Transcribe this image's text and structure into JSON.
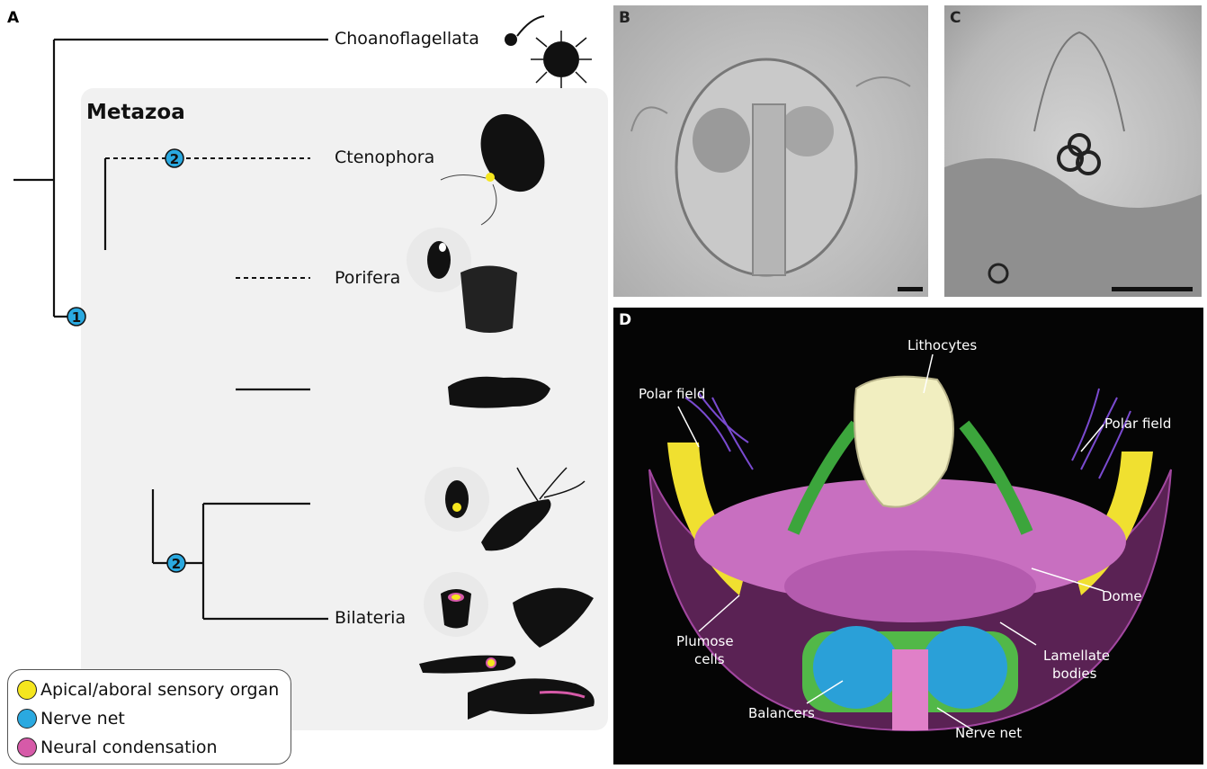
{
  "panels": {
    "A": "A",
    "B": "B",
    "C": "C",
    "D": "D"
  },
  "tree": {
    "group_title": "Metazoa",
    "taxa": {
      "choanoflagellata": "Choanoflagellata",
      "ctenophora": "Ctenophora",
      "porifera": "Porifera",
      "bilateria": "Bilateria"
    },
    "nodes": {
      "root_node": "1",
      "ctenophora_node": "2",
      "bilateria_node": "2"
    }
  },
  "legend": [
    {
      "label": "Apical/aboral sensory organ",
      "color": "#f5e61e"
    },
    {
      "label": "Nerve net",
      "color": "#2aa9e0"
    },
    {
      "label": "Neural condensation",
      "color": "#d65aa8"
    }
  ],
  "panel_d_labels": {
    "lithocytes": "Lithocytes",
    "polar_field_left": "Polar field",
    "polar_field_right": "Polar field",
    "dome": "Dome",
    "plumose_cells_1": "Plumose",
    "plumose_cells_2": "cells",
    "lamellate_1": "Lamellate",
    "lamellate_2": "bodies",
    "balancers": "Balancers",
    "nerve_net": "Nerve net"
  },
  "colors": {
    "node_fill": "#2aa9e0",
    "metazoa_bg": "#f1f1f1",
    "panel_d_bg": "#050505"
  }
}
